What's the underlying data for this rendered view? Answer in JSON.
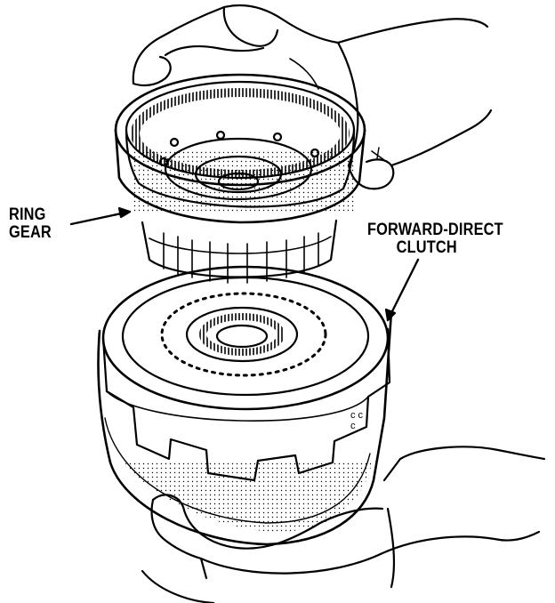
{
  "labels": {
    "ring_gear": {
      "line1": "RING",
      "line2": "GEAR"
    },
    "forward_direct_clutch": {
      "line1": "FORWARD-DIRECT",
      "line2": "CLUTCH"
    }
  },
  "colors": {
    "ink": "#000000",
    "paper": "#ffffff"
  }
}
